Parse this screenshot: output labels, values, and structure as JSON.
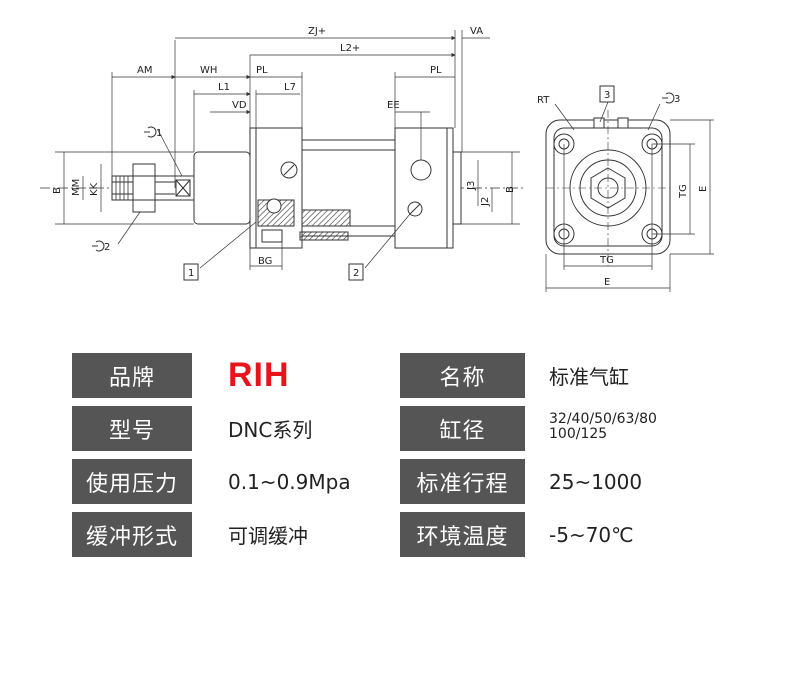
{
  "drawing": {
    "dims": {
      "zj": "ZJ+",
      "va": "VA",
      "l2": "L2+",
      "am": "AM",
      "wh": "WH",
      "pl_left": "PL",
      "pl_right": "PL",
      "l1": "L1",
      "l7": "L7",
      "vd": "VD",
      "ee": "EE",
      "b_left": "B",
      "mm": "MM",
      "kk": "KK",
      "j3": "J3",
      "j2": "J2",
      "b_right": "B",
      "bg": "BG",
      "wrench1": "1",
      "wrench2": "2",
      "callout1": "1",
      "callout2": "2",
      "rt": "RT",
      "callout3": "3",
      "wrench3": "3",
      "tg_v": "TG",
      "e_v": "E",
      "tg_h": "TG",
      "e_h": "E"
    }
  },
  "spec_table": {
    "rows": [
      {
        "label1": "品牌",
        "value1": "RIH",
        "label2": "名称",
        "value2": "标准气缸"
      },
      {
        "label1": "型号",
        "value1": "DNC系列",
        "label2": "缸径",
        "value2_line1": "32/40/50/63/80",
        "value2_line2": "100/125"
      },
      {
        "label1": "使用压力",
        "value1": "0.1~0.9Mpa",
        "label2": "标准行程",
        "value2": "25~1000"
      },
      {
        "label1": "缓冲形式",
        "value1": "可调缓冲",
        "label2": "环境温度",
        "value2": "-5~70℃"
      }
    ]
  },
  "colors": {
    "label_bg": "#555555",
    "brand_red": "#e8141b"
  }
}
